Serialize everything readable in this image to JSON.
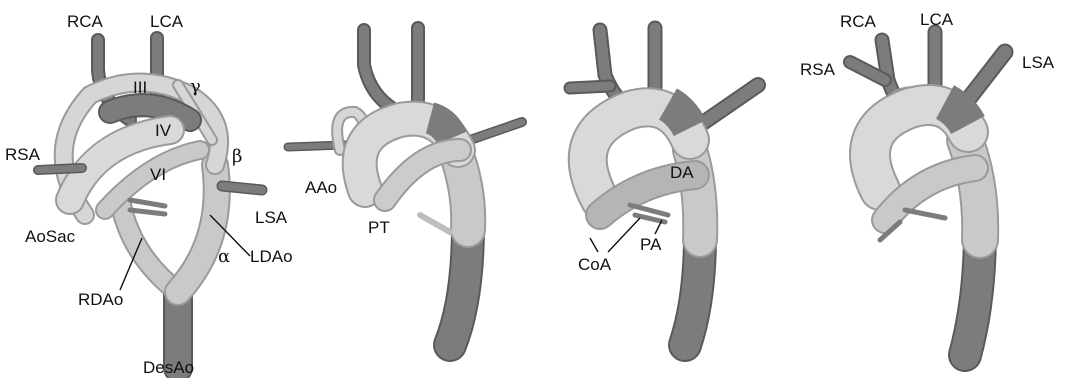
{
  "colors": {
    "light_vessel": "#c9c9c9",
    "light_edge": "#9a9a9a",
    "dark_vessel": "#7c7c7c",
    "dark_edge": "#5a5a5a",
    "highlight": "#ececec",
    "label": "#111111"
  },
  "panels": [
    {
      "labels": {
        "rca": "RCA",
        "lca": "LCA",
        "iii": "III",
        "gamma": "γ",
        "iv": "IV",
        "rsa": "RSA",
        "beta": "β",
        "vi": "VI",
        "lsa": "LSA",
        "aosac": "AoSac",
        "alpha": "α",
        "ldao": "LDAo",
        "rdao": "RDAo",
        "desao": "DesAo"
      }
    },
    {
      "labels": {
        "aao": "AAo",
        "pt": "PT"
      }
    },
    {
      "labels": {
        "da": "DA",
        "pa": "PA",
        "coa": "CoA"
      }
    },
    {
      "labels": {
        "rca": "RCA",
        "lca": "LCA",
        "rsa": "RSA",
        "lsa": "LSA"
      }
    }
  ]
}
